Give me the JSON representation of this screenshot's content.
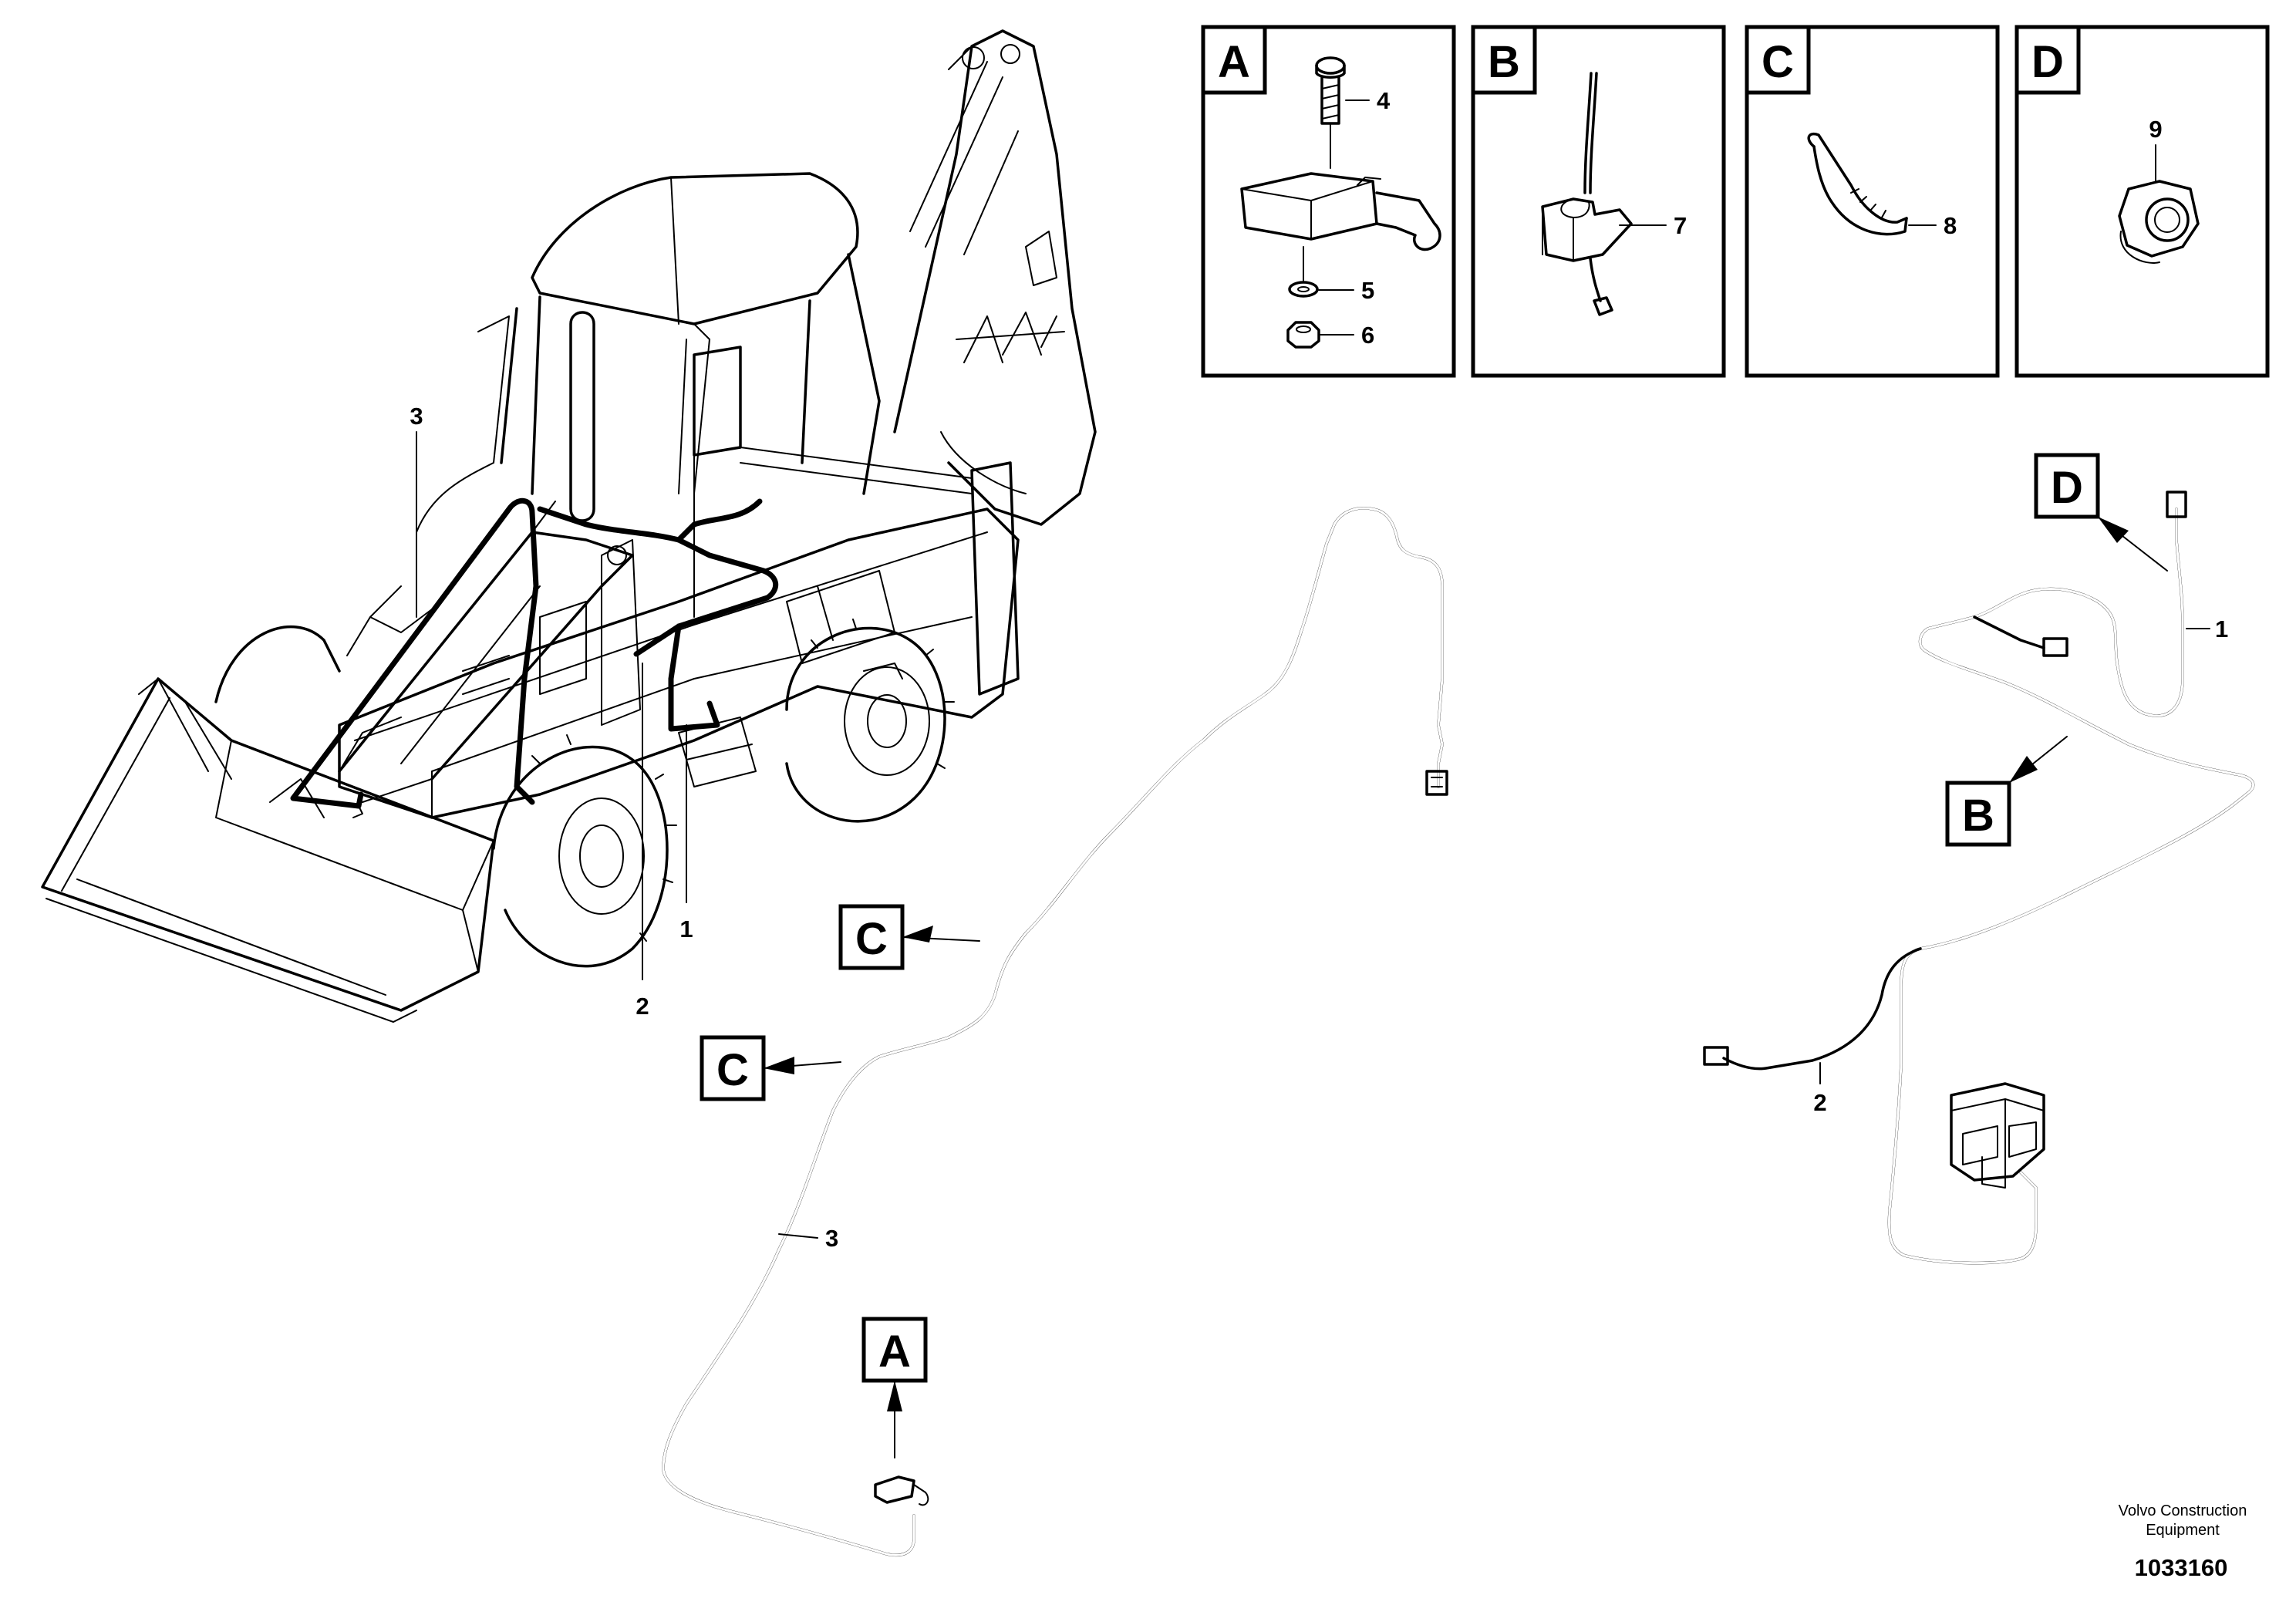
{
  "detail_panels": [
    {
      "letter": "A",
      "part_labels": [
        "4",
        "5",
        "6"
      ]
    },
    {
      "letter": "B",
      "part_labels": [
        "7"
      ]
    },
    {
      "letter": "C",
      "part_labels": [
        "8"
      ]
    },
    {
      "letter": "D",
      "part_labels": [
        "9"
      ]
    }
  ],
  "machine_callouts": [
    "3",
    "2",
    "1"
  ],
  "harness_callouts": {
    "main_harness": "3",
    "side_harness_1": "1",
    "side_harness_2": "2"
  },
  "view_tags": {
    "c_upper": "C",
    "c_lower": "C",
    "a_bottom": "A",
    "d_right": "D",
    "b_right": "B"
  },
  "footer": {
    "company_line1": "Volvo Construction",
    "company_line2": "Equipment",
    "drawing_number": "1033160"
  }
}
